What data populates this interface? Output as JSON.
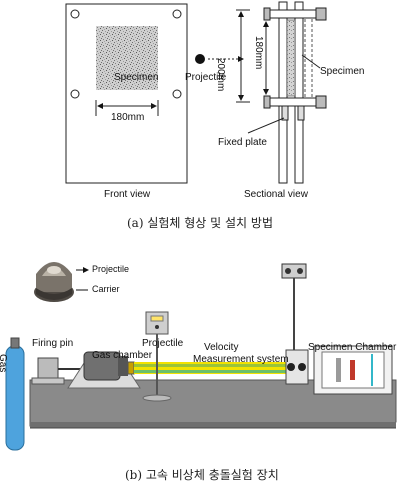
{
  "top_figure": {
    "specimen_label": "Specimen",
    "dim_180_front": "180mm",
    "projectile_label": "Projectile",
    "dim_200": "200mm",
    "dim_180_side": "180mm",
    "specimen_side_label": "Specimen",
    "fixed_plate_label": "Fixed plate",
    "front_view_label": "Front view",
    "sectional_view_label": "Sectional view",
    "caption": "(a) 실험체 형상 및 설치 방법"
  },
  "bottom_figure": {
    "projectile_label": "Projectile",
    "carrier_label": "Carrier",
    "gas_label": "Gas",
    "firing_pin_label": "Firing pin",
    "gas_chamber_label": "Gas chamber",
    "projectile_label2": "Projectile",
    "velocity_label": "Velocity",
    "measurement_label": "Measurement system",
    "specimen_chamber_label": "Specimen Chamber",
    "caption": "(b) 고속 비상체 충돌실험 장치"
  },
  "colors": {
    "gas_cylinder": "#4ea3dd",
    "beam_yellow": "#f2e200",
    "beam_green": "#9ac43a",
    "device_gray": "#b5b5b5",
    "platform": "#8a8a8a",
    "chamber_line": "#33b7c9"
  }
}
